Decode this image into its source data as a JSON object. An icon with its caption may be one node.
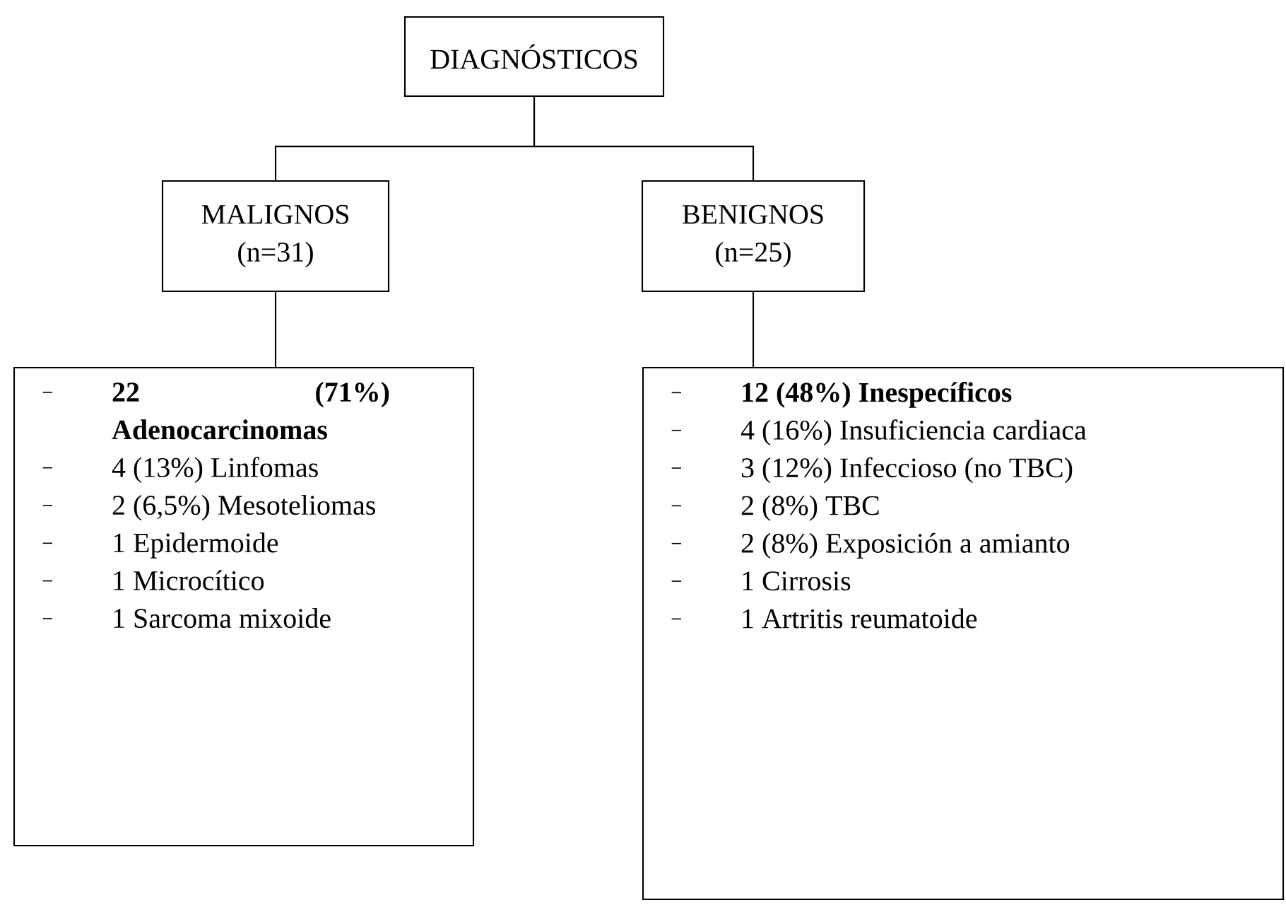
{
  "diagram": {
    "nodes": [
      {
        "text": [
          "DIAGNÓSTICOS"
        ]
      },
      {
        "text": [
          "MALIGNOS",
          "(n=31)"
        ]
      },
      {
        "text": [
          "BENIGNOS",
          "(n=25)"
        ]
      },
      {
        "text": [
          "**22 (71%) Adenocarcinomas**",
          "4 (13%) Linfomas",
          "2 (6,5%) Mesoteliomas",
          "1 Epidermoide",
          "1 Microcítico",
          "1 Sarcoma mixoide"
        ]
      },
      {
        "text": [
          "**12 (48%) Inespecíficos**",
          "4 (16%) Insuficiencia cardiaca",
          "3 (12%) Infeccioso (no TBC)",
          "2 (8%) TBC",
          "2 (8%) Exposición a amianto",
          "1 Cirrosis",
          "1 Artritis reumatoide"
        ]
      }
    ],
    "edges": [
      {
        "from": 0,
        "to": 1,
        "arrow": "none"
      },
      {
        "from": 0,
        "to": 2,
        "arrow": "none"
      },
      {
        "from": 1,
        "to": 3,
        "arrow": "none"
      },
      {
        "from": 2,
        "to": 4,
        "arrow": "none"
      }
    ]
  }
}
